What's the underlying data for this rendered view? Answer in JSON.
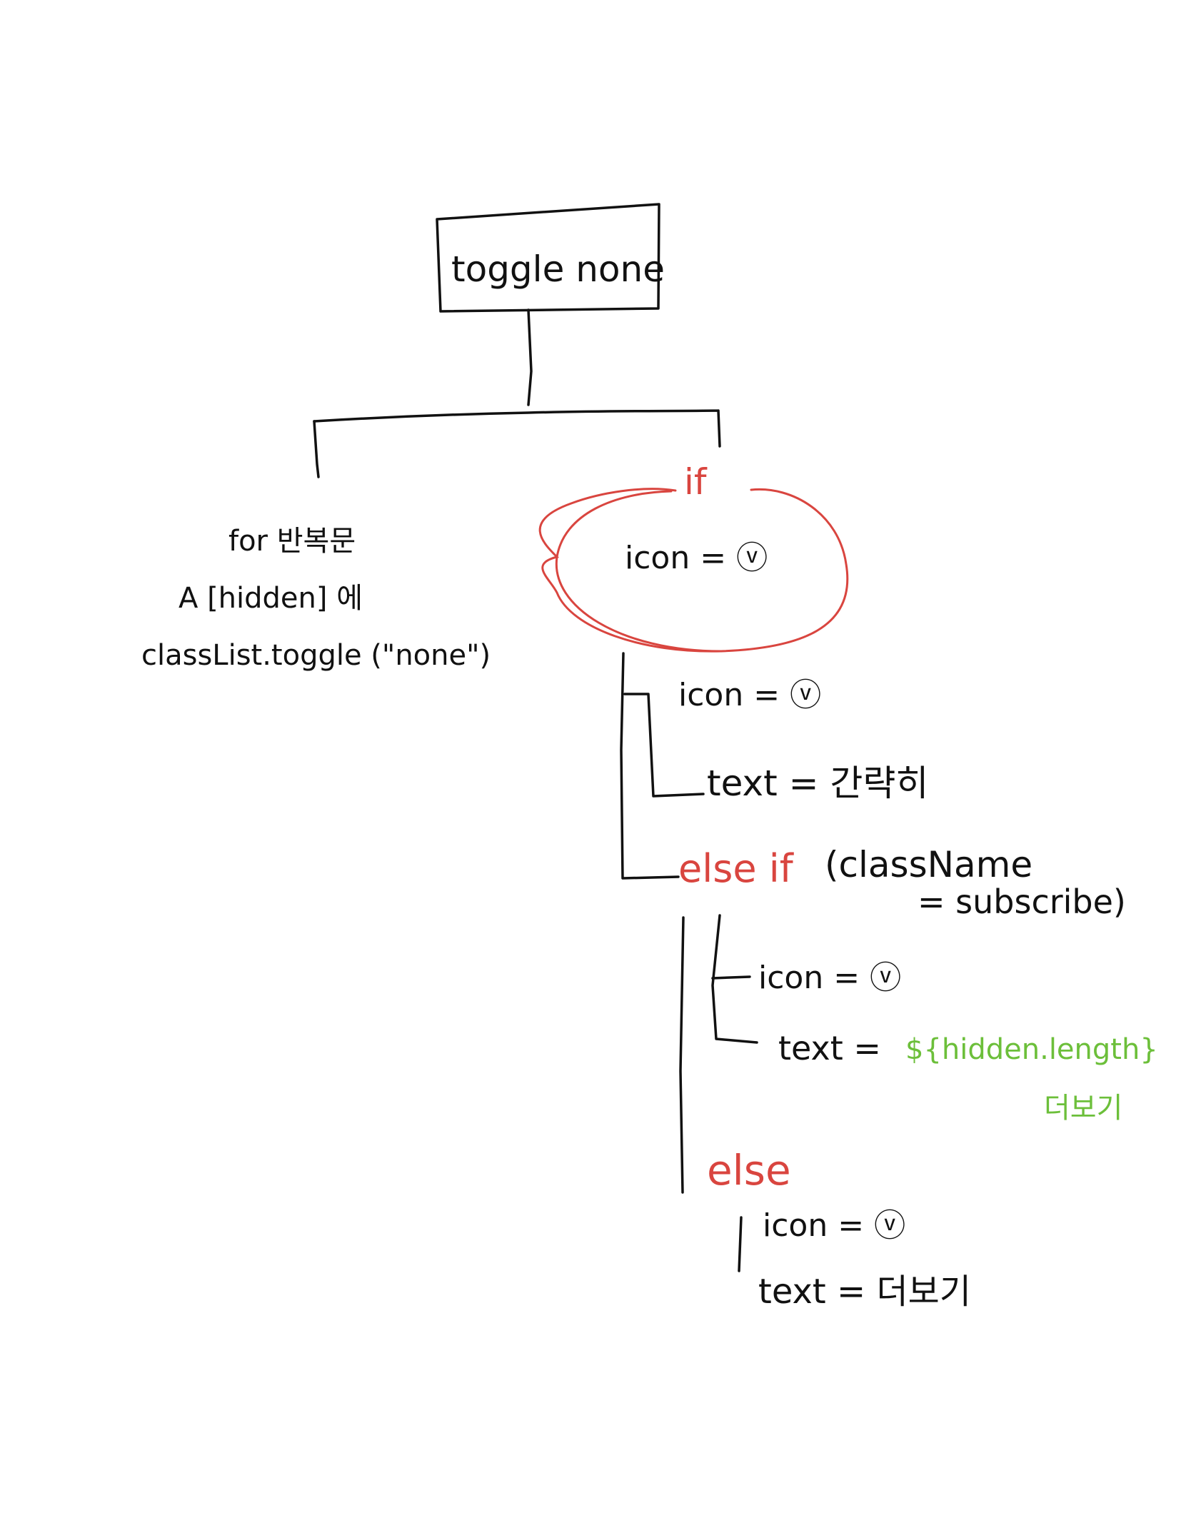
{
  "colors": {
    "ink": "#111111",
    "accent_red": "#d9453f",
    "accent_green": "#6cbf3a",
    "background": "#ffffff"
  },
  "root": {
    "label": "toggle none"
  },
  "left_branch": {
    "line1": "for 반복문",
    "line2": "A [hidden] 에",
    "line3": "classList.toggle (\"none\")"
  },
  "right_branch": {
    "if_keyword": "if",
    "if_condition": "icon = ⓥ",
    "if_icon_assign": "icon = ⓥ",
    "if_text_assign": "text = 간략히",
    "else_if_keyword": "else if",
    "else_if_condition_1": "(className",
    "else_if_condition_2": "= subscribe)",
    "else_if_icon_assign": "icon = ⓥ",
    "else_if_text_assign": "text =",
    "else_if_text_value": "${hidden.length}",
    "else_if_text_value_2": "더보기",
    "else_keyword": "else",
    "else_icon_assign": "icon = ⓥ",
    "else_text_assign": "text = 더보기"
  }
}
